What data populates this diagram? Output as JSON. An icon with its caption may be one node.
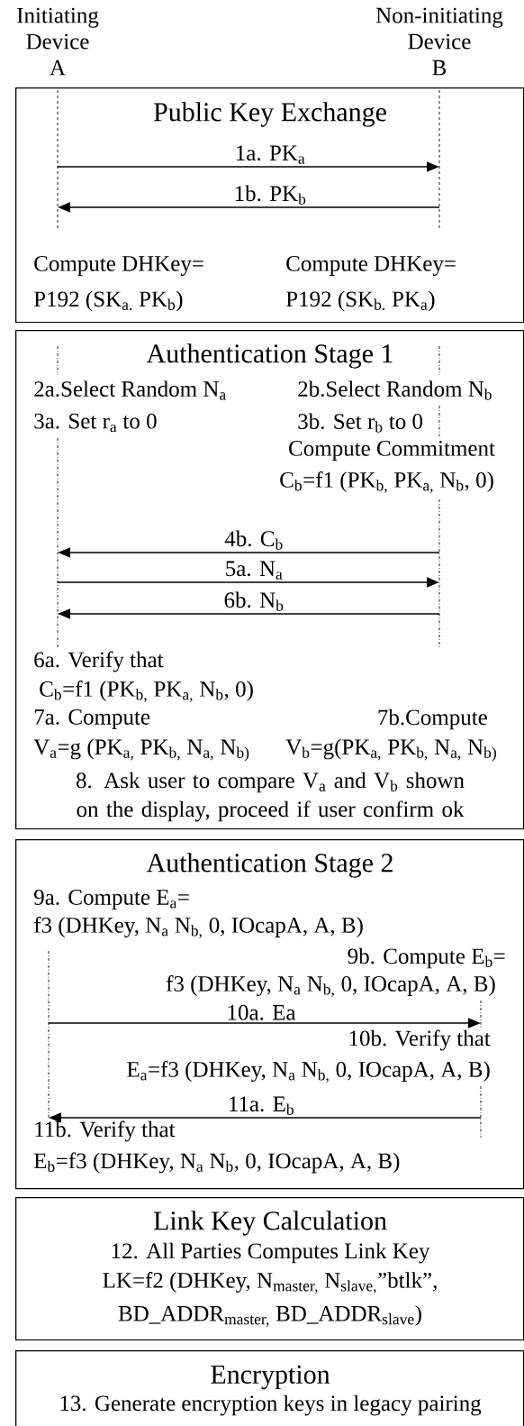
{
  "diagram": {
    "nodes": [
      {
        "text": [
          "Initiating Device",
          "A"
        ]
      },
      {
        "text": [
          "Non-initiating Device",
          "B"
        ]
      },
      {
        "text": [
          "Public Key Exchange",
          "Compute DHKey=",
          "Compute DHKey=",
          "P192 (SK$_{a.}$ PK$_{b}$)",
          "P192 (SK$_{b.}$ PK$_{a}$)"
        ]
      },
      {
        "text": [],
        "shape": "line",
        "in": 2
      },
      {
        "text": [],
        "shape": "line",
        "in": 2
      },
      {
        "text": [
          "Authentication Stage 1",
          "2a.Select Random N$_{a}$",
          "2b.Select Random N$_{b}$",
          "3a. Set r$_{a}$ to 0",
          "3b. Set r$_{b}$ to 0",
          "Compute Commitment",
          "C$_{b}$=f1 (PK$_{b,}$ PK$_{a,}$ N$_{b}$, 0)",
          "6a. Verify that",
          "C$_{b}$=f1 (PK$_{b,}$ PK$_{a,}$ N$_{b}$, 0)",
          "7a. Compute",
          "7b.Compute",
          "V$_{a}$=g (PK$_{a,}$ PK$_{b,}$ N$_{a,}$ N$_{b)}$",
          "V$_{b}$=g(PK$_{a,}$ PK$_{b,}$ N$_{a,}$ N$_{b)}$",
          "8. Ask user to compare V$_{a}$ and V$_{b}$ shown on the display, proceed if user confirm ok"
        ]
      },
      {
        "text": [],
        "shape": "line",
        "in": 5
      },
      {
        "text": [],
        "shape": "line",
        "in": 5
      },
      {
        "text": [
          "Authentication Stage 2",
          "9a. Compute E$_{a}$=",
          "f3 (DHKey, N$_{a}$ N$_{b,}$ 0, IOcapA, A, B)",
          "9b. Compute E$_{b}$=",
          "f3 (DHKey, N$_{a}$ N$_{b,}$ 0, IOcapA, A, B)",
          "10b. Verify that",
          "E$_{a}$=f3 (DHKey, N$_{a}$ N$_{b,}$ 0, IOcapA, A, B)",
          "11b. Verify that",
          "E$_{b}$=f3 (DHKey, N$_{a}$ N$_{b}$, 0, IOcapA, A, B)"
        ]
      },
      {
        "text": [],
        "shape": "line",
        "in": 8
      },
      {
        "text": [],
        "shape": "line",
        "in": 8
      },
      {
        "text": [
          "Link Key Calculation",
          "12. All Parties Computes Link Key",
          "LK=f2 (DHKey, N$_{master,}$ N$_{slave,}$”btlk”,",
          "BD_ADDR$_{master,}$ BD_ADDR$_{slave}$)"
        ]
      },
      {
        "text": [
          "Encryption",
          "13. Generate encryption keys in legacy pairing"
        ]
      }
    ],
    "edges": [
      {
        "from": 3,
        "to": 4,
        "arrow": "to",
        "label": "1a. PK$_{a}$"
      },
      {
        "from": 4,
        "to": 3,
        "arrow": "to",
        "label": "1b. PK$_{b}$"
      },
      {
        "from": 7,
        "to": 6,
        "arrow": "to",
        "label": "4b. C$_{b}$"
      },
      {
        "from": 6,
        "to": 7,
        "arrow": "to",
        "label": "5a. N$_{a}$"
      },
      {
        "from": 7,
        "to": 6,
        "arrow": "to",
        "label": "6b. N$_{b}$"
      },
      {
        "from": 9,
        "to": 10,
        "arrow": "to",
        "label": "10a. Ea"
      },
      {
        "from": 10,
        "to": 9,
        "arrow": "to",
        "label": "11a. E$_{b}$"
      }
    ]
  }
}
